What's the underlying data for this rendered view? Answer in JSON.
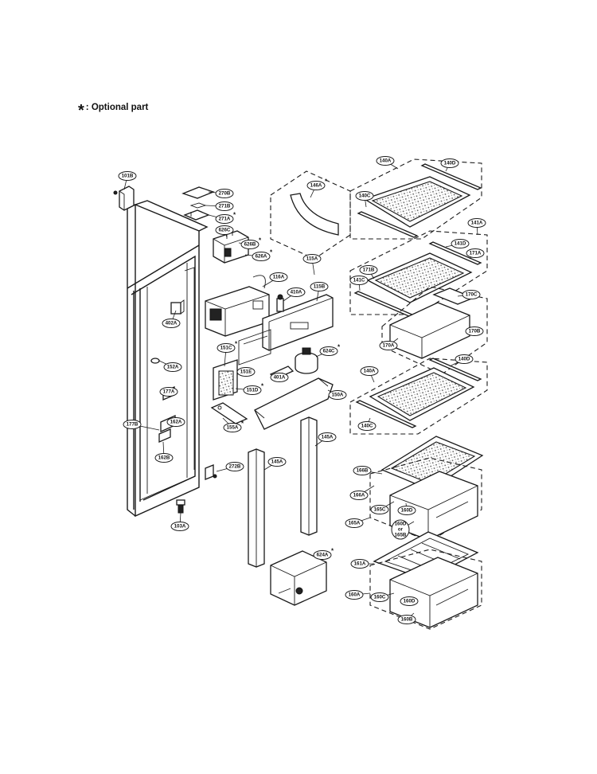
{
  "note": {
    "star": "*",
    "text": ": Optional part"
  },
  "callouts": [
    {
      "id": "c101B",
      "label": "101B",
      "optional": false
    },
    {
      "id": "c270B",
      "label": "270B",
      "optional": false
    },
    {
      "id": "c271B",
      "label": "271B",
      "optional": false
    },
    {
      "id": "c271A",
      "label": "271A",
      "optional": true
    },
    {
      "id": "c626C",
      "label": "626C",
      "optional": false
    },
    {
      "id": "c626B",
      "label": "626B",
      "optional": true
    },
    {
      "id": "c626A",
      "label": "626A",
      "optional": true
    },
    {
      "id": "c146A",
      "label": "146A",
      "optional": true
    },
    {
      "id": "c140A",
      "label": "140A",
      "optional": false
    },
    {
      "id": "c140D",
      "label": "140D",
      "optional": false
    },
    {
      "id": "c140C",
      "label": "140C",
      "optional": false
    },
    {
      "id": "c141A",
      "label": "141A",
      "optional": false
    },
    {
      "id": "c141D",
      "label": "141D",
      "optional": false
    },
    {
      "id": "c171A",
      "label": "171A",
      "optional": false
    },
    {
      "id": "c171B",
      "label": "171B",
      "optional": false
    },
    {
      "id": "c141C",
      "label": "141C",
      "optional": false
    },
    {
      "id": "c170C",
      "label": "170C",
      "optional": false
    },
    {
      "id": "c170B",
      "label": "170B",
      "optional": false
    },
    {
      "id": "c170A",
      "label": "170A",
      "optional": false
    },
    {
      "id": "c115A_top",
      "label": "115A",
      "optional": false
    },
    {
      "id": "c116A",
      "label": "116A",
      "optional": false
    },
    {
      "id": "c115B",
      "label": "115B",
      "optional": false
    },
    {
      "id": "c410A",
      "label": "410A",
      "optional": false
    },
    {
      "id": "c402A",
      "label": "402A",
      "optional": false
    },
    {
      "id": "c151C",
      "label": "151C",
      "optional": true
    },
    {
      "id": "c151E",
      "label": "151E",
      "optional": false
    },
    {
      "id": "c151D",
      "label": "151D",
      "optional": true
    },
    {
      "id": "c624C",
      "label": "624C",
      "optional": true
    },
    {
      "id": "c401A",
      "label": "401A",
      "optional": false
    },
    {
      "id": "c150A",
      "label": "150A",
      "optional": false
    },
    {
      "id": "c152A",
      "label": "152A",
      "optional": false
    },
    {
      "id": "c177A",
      "label": "177A",
      "optional": false
    },
    {
      "id": "c177B",
      "label": "177B",
      "optional": false
    },
    {
      "id": "c162A",
      "label": "162A",
      "optional": false
    },
    {
      "id": "c162B",
      "label": "162B",
      "optional": false
    },
    {
      "id": "c155A",
      "label": "155A",
      "optional": true
    },
    {
      "id": "c140A_2",
      "label": "140A",
      "optional": false
    },
    {
      "id": "c140D_2",
      "label": "140D",
      "optional": false
    },
    {
      "id": "c140C_2",
      "label": "140C",
      "optional": false
    },
    {
      "id": "c145A_r",
      "label": "145A",
      "optional": false
    },
    {
      "id": "c145A_l",
      "label": "145A",
      "optional": false
    },
    {
      "id": "c272B",
      "label": "272B",
      "optional": false
    },
    {
      "id": "c103A",
      "label": "103A",
      "optional": false
    },
    {
      "id": "c166B",
      "label": "166B",
      "optional": false
    },
    {
      "id": "c166A",
      "label": "166A",
      "optional": false
    },
    {
      "id": "c165C",
      "label": "165C",
      "optional": false
    },
    {
      "id": "c160D_a",
      "label": "160D",
      "optional": false
    },
    {
      "id": "c165A",
      "label": "165A",
      "optional": false
    },
    {
      "id": "c160D_b",
      "label": "160D or 165B",
      "optional": false
    },
    {
      "id": "c624A",
      "label": "624A",
      "optional": true
    },
    {
      "id": "c161A",
      "label": "161A",
      "optional": false
    },
    {
      "id": "c160A",
      "label": "160A",
      "optional": false
    },
    {
      "id": "c160C",
      "label": "160C",
      "optional": false
    },
    {
      "id": "c160D_c",
      "label": "160D",
      "optional": false
    },
    {
      "id": "c160B",
      "label": "160B",
      "optional": false
    }
  ]
}
